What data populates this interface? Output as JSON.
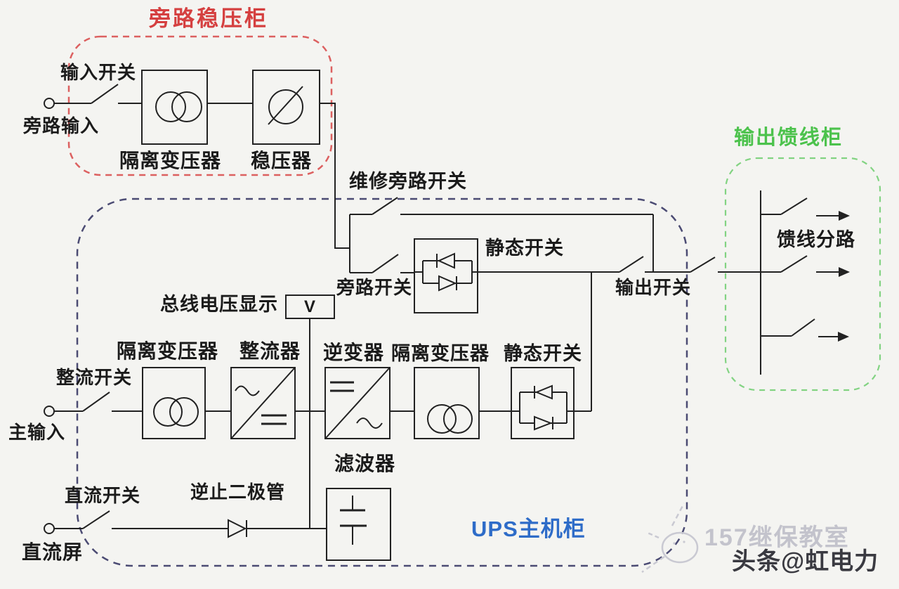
{
  "cabinets": {
    "bypass_regulator_title": "旁路稳压柜",
    "ups_main_title": "UPS主机柜",
    "output_feeder_title": "输出馈线柜"
  },
  "labels": {
    "input_switch": "输入开关",
    "bypass_input": "旁路输入",
    "isolation_transformer_top": "隔离变压器",
    "voltage_regulator": "稳压器",
    "maintenance_bypass_switch": "维修旁路开关",
    "static_switch_bypass": "静态开关",
    "bypass_switch": "旁路开关",
    "output_switch": "输出开关",
    "bus_voltage_display": "总线电压显示",
    "isolation_transformer_main": "隔离变压器",
    "rectifier": "整流器",
    "inverter": "逆变器",
    "isolation_transformer_out": "隔离变压器",
    "static_switch_main": "静态开关",
    "rectifier_switch": "整流开关",
    "main_input": "主输入",
    "dc_switch": "直流开关",
    "blocking_diode": "逆止二极管",
    "filter": "滤波器",
    "dc_panel": "直流屏",
    "feeder_branches": "馈线分路"
  },
  "symbols": {
    "voltmeter": "V"
  },
  "watermark": {
    "classroom": "157继保教室",
    "byline": "头条@虹电力"
  },
  "colors": {
    "bypass_title": "#d54040",
    "ups_title": "#2e6cc8",
    "feeder_title": "#4cc24c",
    "red_border": "#dc6060",
    "blue_border": "#4b4b73",
    "green_border": "#82d382",
    "wire": "#222222"
  }
}
